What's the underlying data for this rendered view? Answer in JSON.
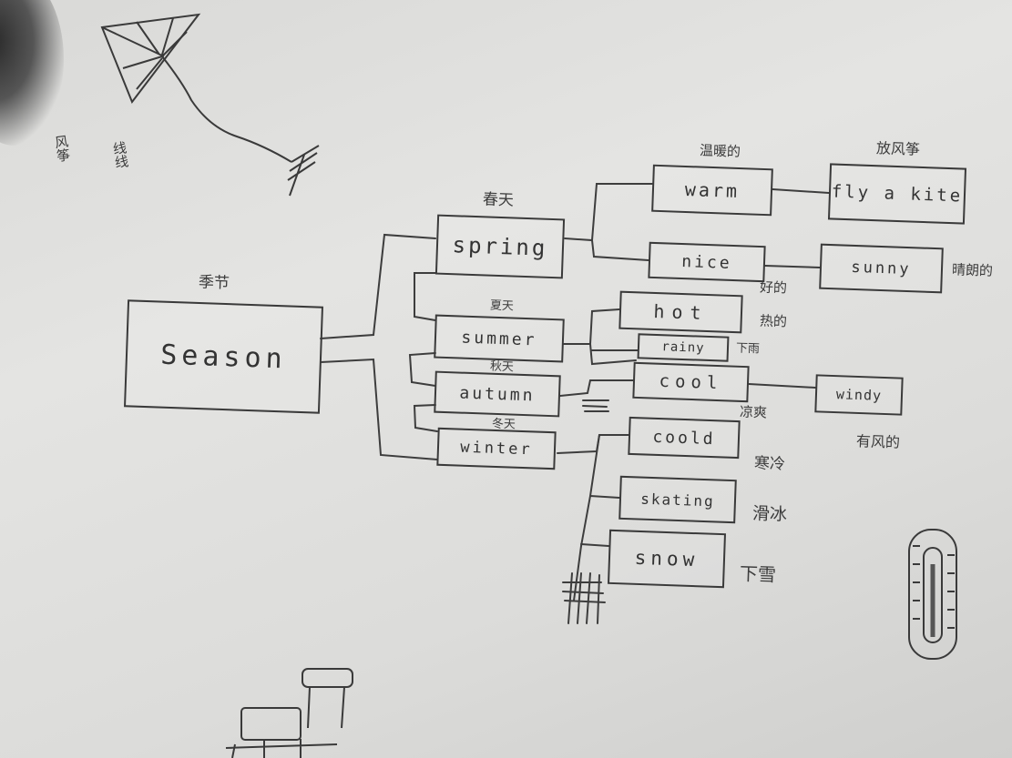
{
  "diagram": {
    "root": {
      "label": "Season",
      "cn": "季节"
    },
    "seasons": [
      {
        "label": "spring",
        "cn": "春天"
      },
      {
        "label": "summer",
        "cn": "夏天"
      },
      {
        "label": "autumn",
        "cn": "秋天"
      },
      {
        "label": "winter",
        "cn": "冬天"
      }
    ],
    "spring_words": [
      {
        "label": "warm",
        "cn": "温暖的",
        "extra": {
          "label": "fly a kite",
          "cn": "放风筝"
        }
      },
      {
        "label": "nice",
        "cn": "好的",
        "extra": {
          "label": "sunny",
          "cn": "晴朗的"
        }
      }
    ],
    "summer_words": [
      {
        "label": "hot",
        "cn": "热的"
      },
      {
        "label": "rainy",
        "cn": "下雨"
      }
    ],
    "autumn_words": [
      {
        "label": "cool",
        "cn": "凉爽",
        "extra": {
          "label": "windy",
          "cn": "有风的"
        }
      }
    ],
    "winter_words": [
      {
        "label": "coold",
        "cn": "寒冷"
      },
      {
        "label": "skating",
        "cn": "滑冰"
      },
      {
        "label": "snow",
        "cn": "下雪"
      }
    ],
    "corner_notes": [
      "风筝",
      "线线"
    ]
  }
}
